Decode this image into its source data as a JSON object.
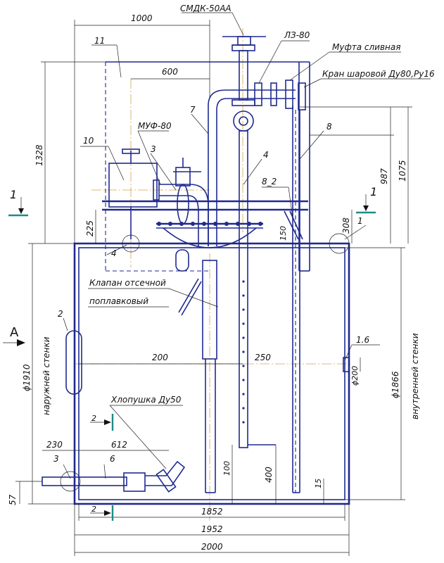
{
  "labels": {
    "smdk": "СМДК-50АА",
    "lz": "ЛЗ-80",
    "mufta": "Муфта сливная",
    "kran": "Кран шаровой Ду80,Ру16",
    "muf": "МУФ-80",
    "klapan_1": "Клапан отсечной",
    "klapan_2": "поплавковый",
    "hlopushka": "Хлопушка Ду50",
    "outer_wall": "наружней стенки",
    "inner_wall": "внутренней стенки",
    "view_a": "А"
  },
  "positions": {
    "p11": "11",
    "p10": "10",
    "p3a": "3",
    "p7": "7",
    "p4a": "4",
    "p8": "8",
    "p8_2": "8_2",
    "p1": "1",
    "p4b": "4",
    "p2": "2",
    "p1_6": "1.6",
    "p3b": "3",
    "p6": "6"
  },
  "section_marks": {
    "s1_left": "1",
    "s1_right": "1",
    "s2_a": "2",
    "s2_b": "2"
  },
  "dimensions": {
    "d1000": "1000",
    "d600": "600",
    "d1328": "1328",
    "d987": "987",
    "d1075": "1075",
    "d225": "225",
    "d308": "308",
    "d150": "150",
    "d200": "200",
    "d250": "250",
    "dphi1910": "ϕ1910",
    "dphi200": "ϕ200",
    "dphi1866": "ϕ1866",
    "d230": "230",
    "d612": "612",
    "d57": "57",
    "d100": "100",
    "d400": "400",
    "d15": "15",
    "d1852": "1852",
    "d1952": "1952",
    "d2000": "2000"
  }
}
